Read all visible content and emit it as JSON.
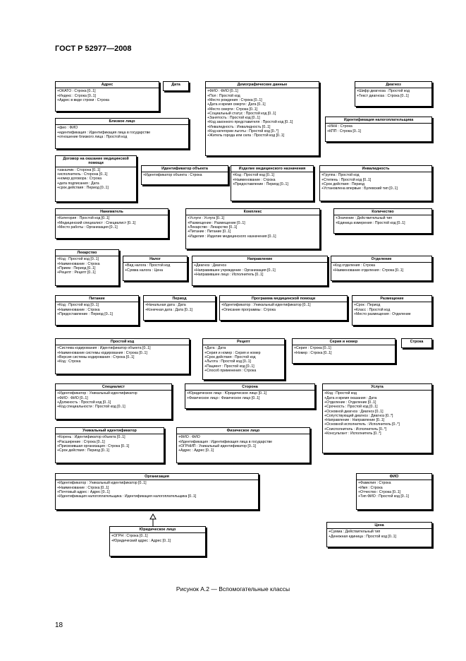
{
  "header": "ГОСТ Р 52977—2008",
  "caption": "Рисунок А.2 — Вспомогательные классы",
  "page_number": "18",
  "classes": {
    "address": {
      "title": "Адрес",
      "attrs": [
        "+ОКАТО : Строка [0..1]",
        "+Индекс : Строка [0..1]",
        "+Адрес в виде строки : Строка"
      ]
    },
    "date": {
      "title": "Дата",
      "attrs": []
    },
    "demographic": {
      "title": "Демографические данные",
      "attrs": [
        "+ФИО : ФИО [0..1]",
        "+Пол : Простой код",
        "+Место рождения : Строка [0..1]",
        "+Дата и время смерти : Дата [0..1]",
        "+Место смерти : Строка [0..1]",
        "+Социальный статус : Простой код [0..1]",
        "+Занятость : Простой код [0..1]",
        "+Код законного представителя : Простой код [0..1]",
        "+Инвалидность : Инвалидность [0..1]",
        "+Код категории льготы : Простой код [0..*]",
        "+Житель города или села : Простой код [0..1]"
      ]
    },
    "diagnosis": {
      "title": "Диагноз",
      "attrs": [
        "+Шифр диагноза : Простой код",
        "+Текст диагноза : Строка [0..1]"
      ]
    },
    "close_person": {
      "title": "Близкое лицо",
      "attrs": [
        "+фио : ФИО",
        "+идентификация : Идентификация лица в государстве",
        "+отношение близкого лица : Простой код"
      ]
    },
    "taxpayer_id": {
      "title": "Идентификация налогоплательщика",
      "attrs": [
        "+ИНН : Строка",
        "+КПП : Строка [0..1]"
      ]
    },
    "contract": {
      "title": "Договор на оказание медицинской помощи",
      "attrs": [
        "+заказчик : Сторона [0..1]",
        "+исполнитель : Сторона [0..1]",
        "+номер договора : Строка",
        "+дата подписания : Дата",
        "+срок действия : Период [0..1]"
      ]
    },
    "object_id": {
      "title": "Идентификатор объекта",
      "attrs": [
        "+Идентификатор объекта : Строка"
      ]
    },
    "medical_product": {
      "title": "Изделие медицинского назначения",
      "attrs": [
        "+Код : Простой код [0..1]",
        "+Наименование : Строка",
        "+Предоставление : Период [0..1]"
      ]
    },
    "disability": {
      "title": "Инвалидность",
      "attrs": [
        "+Группа : Простой код",
        "+Степень : Простой код [0..1]",
        "+Срок действия : Период",
        "+Установлена впервые : Булевский тип [0..1]"
      ]
    },
    "employer": {
      "title": "Наниматель",
      "attrs": [
        "+Категория : Простой код [0..1]",
        "+Медицинский специалист : Специалист [0..1]",
        "+Место работы : Организация [0..1]"
      ]
    },
    "complex": {
      "title": "Комплекс",
      "attrs": [
        "+Услуги : Услуга [0..1]",
        "+Размещение : Размещение [0..1]",
        "+Лекарство : Лекарство [0..1]",
        "+Питание : Питание [0..1]",
        "+Изделия : Изделие медицинского назначения [0..1]"
      ]
    },
    "quantity": {
      "title": "Количество",
      "attrs": [
        "+Значение : Действительный тип",
        "+Единица измерения : Простой код [0..1]"
      ]
    },
    "medicine": {
      "title": "Лекарство",
      "attrs": [
        "+Код : Простой код [0..1]",
        "+Наименование : Строка",
        "+Прием : Период [0..1]",
        "+Рецепт : Рецепт [0..1]"
      ]
    },
    "tax": {
      "title": "Налог",
      "attrs": [
        "+Вид налога : Простой код",
        "+Сумма налога : Цена"
      ]
    },
    "referral": {
      "title": "Направление",
      "attrs": [
        "+Диагноз : Диагноз",
        "+Направившее учреждение : Организация [0..1]",
        "+Направившее лицо : Исполнитель [0..1]"
      ]
    },
    "department": {
      "title": "Отделение",
      "attrs": [
        "+Код отделения : Строка",
        "+Наименование отделения : Строка [0..1]"
      ]
    },
    "nutrition": {
      "title": "Питание",
      "attrs": [
        "+Код : Простой код [0..1]",
        "+Наименование : Строка",
        "+Предоставление : Период [0..1]"
      ]
    },
    "period": {
      "title": "Период",
      "attrs": [
        "+Начальная дата : Дата",
        "+Конечная дата : Дата [0..1]"
      ]
    },
    "program": {
      "title": "Программа медицинской помощи",
      "attrs": [
        "+Идентификатор : Уникальный идентификатор [0..1]",
        "+Описание программы : Строка"
      ]
    },
    "placement": {
      "title": "Размещение",
      "attrs": [
        "+Срок : Период",
        "+Класс : Простой код",
        "+Место размещения : Отделение"
      ]
    },
    "simple_code": {
      "title": "Простой код",
      "attrs": [
        "+Система кодирования : Идентификатор объекта [0..1]",
        "+Наименование системы кодирования : Строка [0..1]",
        "+Версия системы кодирования : Строка [0..1]",
        "+Код : Строка"
      ]
    },
    "prescription": {
      "title": "Рецепт",
      "attrs": [
        "+Дата : Дата",
        "+Серия и номер : Серия и номер",
        "+Срок действия : Простой код",
        "+Льгота : Простой код [0..1]",
        "+Пациент : Простой код [0..1]",
        "+Способ применения : Строка"
      ]
    },
    "series_number": {
      "title": "Серия и номер",
      "attrs": [
        "+Серия : Строка [0..1]",
        "+Номер : Строка [0..1]"
      ]
    },
    "string": {
      "title": "Строка",
      "attrs": []
    },
    "specialist": {
      "title": "Специалист",
      "attrs": [
        "+Идентификатор : Уникальный идентификатор",
        "+ФИО : ФИО [0..1]",
        "+Должность : Простой код [0..1]",
        "+Код специальности : Простой код [0..1]"
      ]
    },
    "party": {
      "title": "Сторона",
      "attrs": [
        "+Юридическое лицо : Юридическое лицо [0..1]",
        "+Физическое лицо : Физическое лицо [0..1]"
      ]
    },
    "service": {
      "title": "Услуга",
      "attrs": [
        "+Код : Простой код",
        "+Дата и время оказания : Дата",
        "+Отделение : Отделение [0..1]",
        "+Срочность : Простой код [0..1]",
        "+Основной диагноз : Диагноз [0..1]",
        "+Сопутствующий диагноз : Диагноз [0..*]",
        "+Направление : Направление [0..1]",
        "+Основной исполнитель : Исполнитель [0..*]",
        "+Соисполнитель : Исполнитель [0..*]",
        "+Консультант : Исполнитель [0..*]"
      ]
    },
    "unique_id": {
      "title": "Уникальный идентификатор",
      "attrs": [
        "+Корень : Идентификатор объекта [0..1]",
        "+Расширение : Строка [0..1]",
        "+Присвоившая организация : Строка [0..1]",
        "+Срок действия : Период [0..1]"
      ]
    },
    "natural_person": {
      "title": "Физическое лицо",
      "attrs": [
        "+ФИО : ФИО",
        "+Идентификация : Идентификация лица в государстве",
        "+ОГРНИП : Уникальный идентификатор [0..1]",
        "+Адрес : Адрес [0..1]"
      ]
    },
    "organization": {
      "title": "Организация",
      "attrs": [
        "+Идентификатор : Уникальный идентификатор [0..1]",
        "+Наименование : Строка [0..1]",
        "+Почтовый адрес : Адрес [0..1]",
        "+Идентификация налогоплательщика : Идентификация налогоплательщика [0..1]"
      ]
    },
    "fio": {
      "title": "ФИО",
      "attrs": [
        "+Фамилия : Строка",
        "+Имя : Строка",
        "+Отчество : Строка [0..1]",
        "+Тип ФИО : Простой код [0..1]"
      ]
    },
    "legal_entity": {
      "title": "Юридическое лицо",
      "attrs": [
        "+ОГРН : Строка [0..1]",
        "+Юридический адрес : Адрес [0..1]"
      ]
    },
    "price": {
      "title": "Цена",
      "attrs": [
        "+Сумма : Действительный тип",
        "+Денежная единица : Простой код [0..1]"
      ]
    }
  }
}
